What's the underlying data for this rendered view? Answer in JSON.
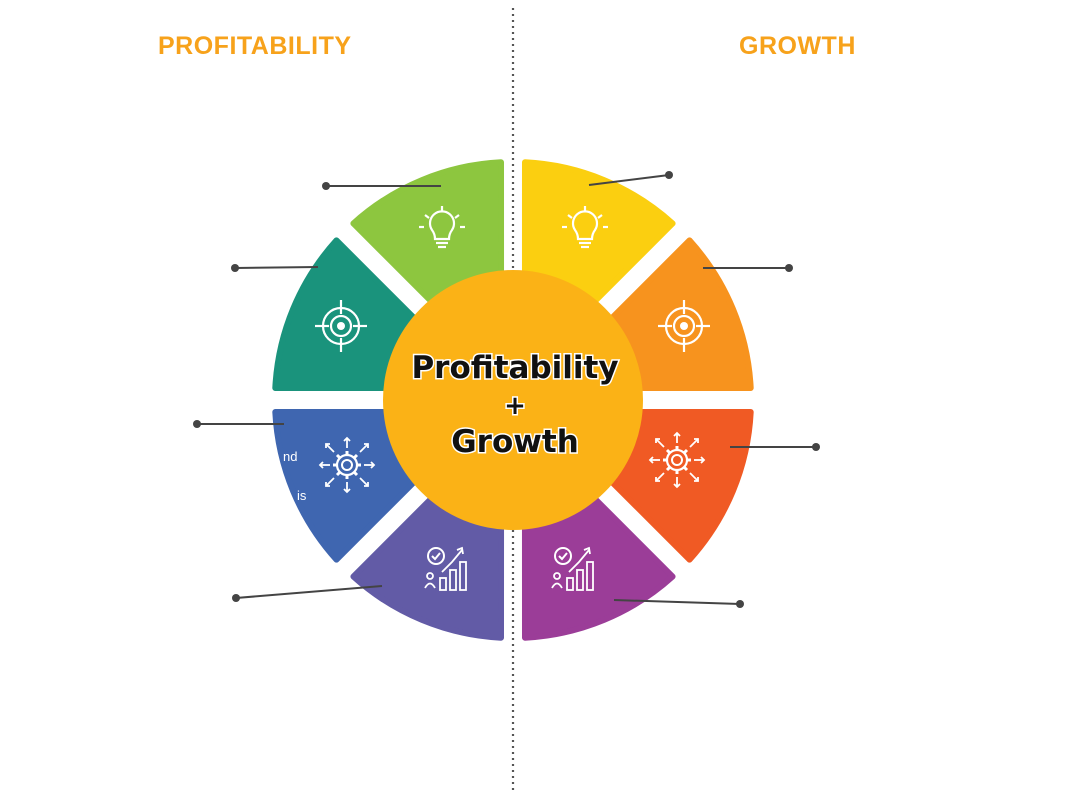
{
  "headers": {
    "left": "PROFITABILITY",
    "right": "GROWTH",
    "color": "#f7a21b"
  },
  "center": {
    "line1": "Profitability",
    "line2": "+",
    "line3": "Growth",
    "fill": "#fbb216"
  },
  "segments": [
    {
      "side": "left",
      "icon": "lightbulb-icon",
      "color": "#8dc63f"
    },
    {
      "side": "left",
      "icon": "target-icon",
      "color": "#1a937c"
    },
    {
      "side": "left",
      "icon": "gear-arrows-icon",
      "color": "#3f66b0",
      "snippet1": "nd",
      "snippet2": "is"
    },
    {
      "side": "left",
      "icon": "growth-chart-icon",
      "color": "#625ba6"
    },
    {
      "side": "right",
      "icon": "lightbulb-icon",
      "color": "#fbcf10"
    },
    {
      "side": "right",
      "icon": "target-icon",
      "color": "#f7931e"
    },
    {
      "side": "right",
      "icon": "gear-arrows-icon",
      "color": "#f05a24"
    },
    {
      "side": "right",
      "icon": "growth-chart-icon",
      "color": "#9b3d98"
    }
  ],
  "divider_color": "#555555",
  "leader_color": "#444444"
}
